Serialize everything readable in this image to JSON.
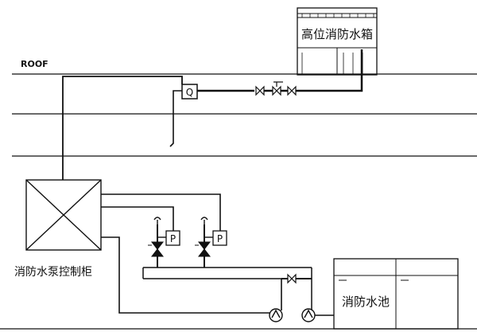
{
  "floor_label": "ROOF",
  "high_tank": {
    "label": "高位消防水箱"
  },
  "control_cabinet": {
    "label": "消防水泵控制柜"
  },
  "switch_box": {
    "label": "Q"
  },
  "pressure_switch_1": {
    "label": "P"
  },
  "pressure_switch_2": {
    "label": "P"
  },
  "pool": {
    "label": "消防水池"
  },
  "colors": {
    "line": "#111111",
    "background": "#ffffff"
  }
}
